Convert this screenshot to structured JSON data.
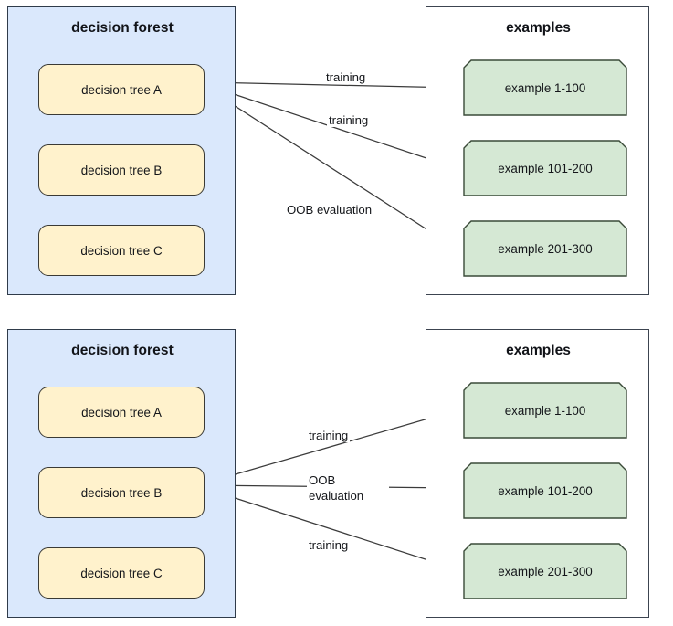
{
  "colors": {
    "forest_fill": "#DAE8FC",
    "forest_border": "#2f3b4a",
    "tree_fill": "#FFF2CC",
    "tree_border": "#3a3a35",
    "example_fill": "#D5E8D4",
    "example_border": "#3a4a38",
    "examples_border": "#3c4450",
    "arrow": "#3b3b3b",
    "text": "#14161a",
    "page_background": "#ffffff"
  },
  "diagram": {
    "type": "two-panel out-of-bag (OOB) evaluation illustration",
    "panels": [
      {
        "id": "panel-top",
        "forest": {
          "title": "decision forest",
          "trees": [
            {
              "label": "decision tree A",
              "active": true
            },
            {
              "label": "decision tree B",
              "active": false
            },
            {
              "label": "decision tree C",
              "active": false
            }
          ]
        },
        "examples": {
          "title": "examples",
          "items": [
            {
              "label": "example 1-100"
            },
            {
              "label": "example 101-200"
            },
            {
              "label": "example 201-300"
            }
          ]
        },
        "edges": [
          {
            "from": "decision tree A",
            "to": "example 1-100",
            "label": "training",
            "label_lines": [
              "training"
            ]
          },
          {
            "from": "decision tree A",
            "to": "example 101-200",
            "label": "training",
            "label_lines": [
              "training"
            ]
          },
          {
            "from": "decision tree A",
            "to": "example 201-300",
            "label": "OOB evaluation",
            "label_lines": [
              "OOB evaluation"
            ]
          }
        ]
      },
      {
        "id": "panel-bottom",
        "forest": {
          "title": "decision forest",
          "trees": [
            {
              "label": "decision tree A",
              "active": false
            },
            {
              "label": "decision tree B",
              "active": true
            },
            {
              "label": "decision tree C",
              "active": false
            }
          ]
        },
        "examples": {
          "title": "examples",
          "items": [
            {
              "label": "example 1-100"
            },
            {
              "label": "example 101-200"
            },
            {
              "label": "example 201-300"
            }
          ]
        },
        "edges": [
          {
            "from": "decision tree B",
            "to": "example 1-100",
            "label": "training",
            "label_lines": [
              "training"
            ]
          },
          {
            "from": "decision tree B",
            "to": "example 101-200",
            "label": "OOB evaluation",
            "label_lines": [
              "OOB",
              "evaluation"
            ]
          },
          {
            "from": "decision tree B",
            "to": "example 201-300",
            "label": "training",
            "label_lines": [
              "training"
            ]
          }
        ]
      }
    ]
  }
}
